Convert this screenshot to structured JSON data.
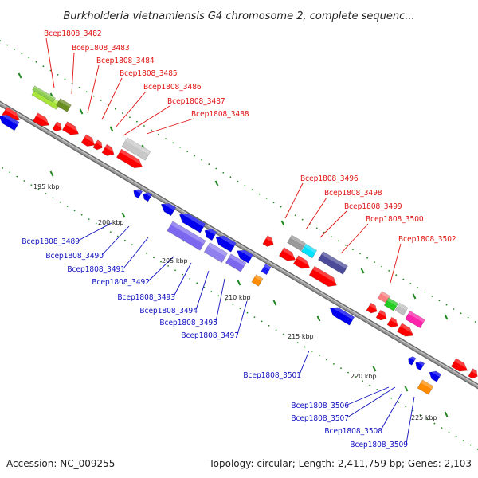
{
  "title": "Burkholderia vietnamiensis G4 chromosome 2, complete sequenc...",
  "footer": {
    "accession": "Accession: NC_009255",
    "topology": "Topology: circular; Length: 2,411,759 bp; Genes: 2,103"
  },
  "colors": {
    "forward_gene": "#ff0000",
    "reverse_gene": "#0000ee",
    "backbone": "#999999",
    "tick": "#228822"
  },
  "scale_ticks": [
    "195 kbp",
    "200 kbp",
    "205 kbp",
    "210 kbp",
    "215 kbp",
    "220 kbp",
    "225 kbp"
  ],
  "forward_labels": [
    "Bcep1808_3482",
    "Bcep1808_3483",
    "Bcep1808_3484",
    "Bcep1808_3485",
    "Bcep1808_3486",
    "Bcep1808_3487",
    "Bcep1808_3488",
    "Bcep1808_3496",
    "Bcep1808_3498",
    "Bcep1808_3499",
    "Bcep1808_3500",
    "Bcep1808_3502"
  ],
  "reverse_labels": [
    "Bcep1808_3489",
    "Bcep1808_3490",
    "Bcep1808_3491",
    "Bcep1808_3492",
    "Bcep1808_3493",
    "Bcep1808_3494",
    "Bcep1808_3495",
    "Bcep1808_3497",
    "Bcep1808_3501",
    "Bcep1808_3506",
    "Bcep1808_3507",
    "Bcep1808_3508",
    "Bcep1808_3509"
  ]
}
